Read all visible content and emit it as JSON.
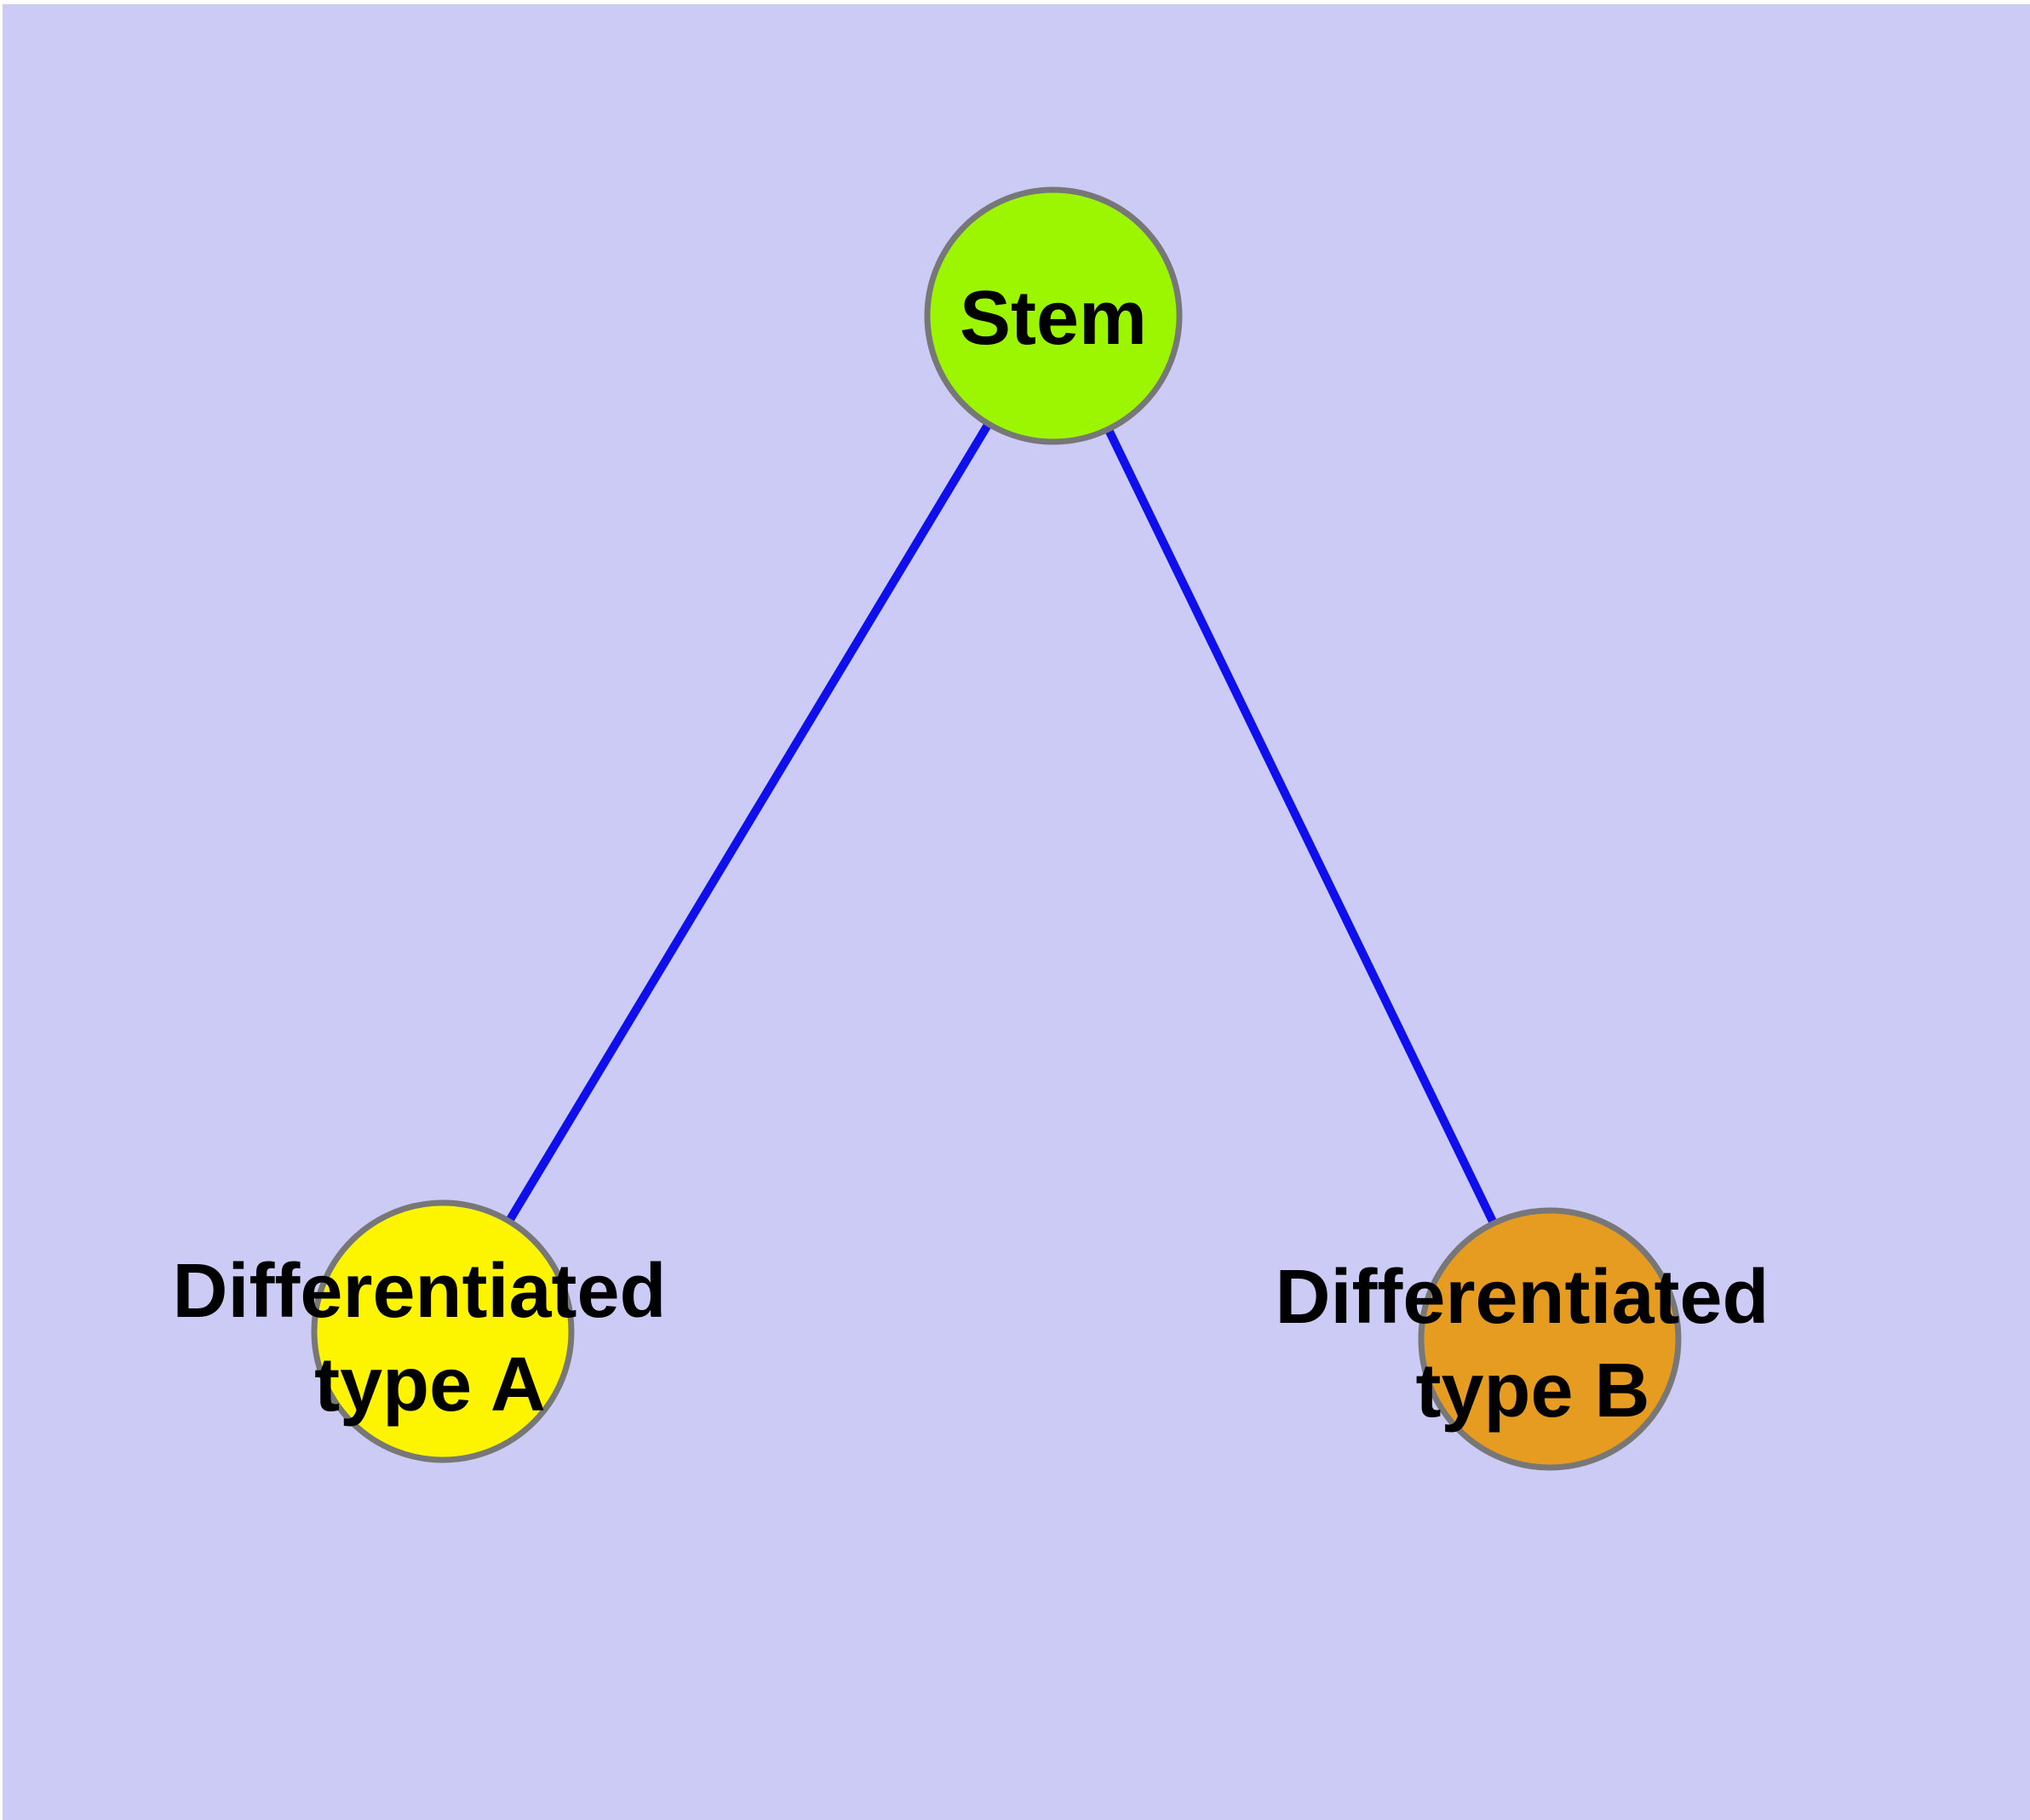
{
  "diagram": {
    "colors": {
      "background": "#cbcbf5",
      "frame": "#ffffff",
      "edge": "#0f0fee",
      "node_border": "#777777",
      "label_text": "#000000"
    },
    "nodes": [
      {
        "id": "stem",
        "label_lines": [
          "Stem"
        ],
        "fill": "#9cf602"
      },
      {
        "id": "differentiated-type-a",
        "label_lines": [
          "Differentiated",
          "type A"
        ],
        "fill": "#fdf500"
      },
      {
        "id": "differentiated-type-b",
        "label_lines": [
          "Differentiated",
          "type B"
        ],
        "fill": "#e69b21"
      }
    ],
    "edges": [
      {
        "from": "stem",
        "to": "differentiated-type-a"
      },
      {
        "from": "stem",
        "to": "differentiated-type-b"
      }
    ]
  }
}
